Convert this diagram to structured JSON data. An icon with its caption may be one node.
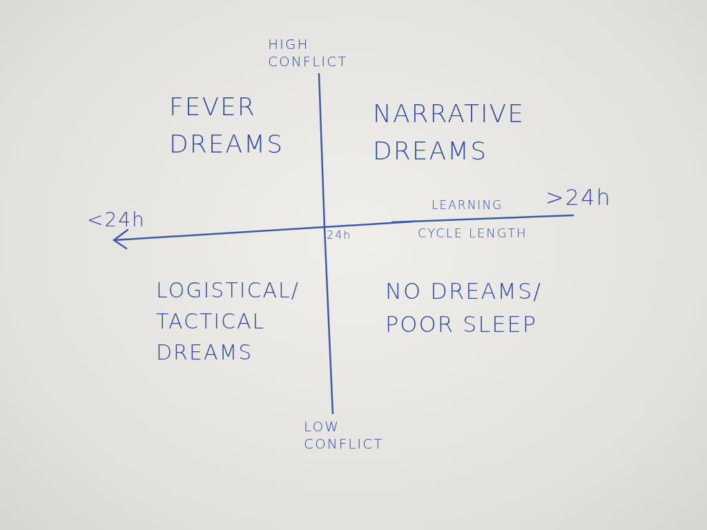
{
  "diagram": {
    "labels": [
      "HIGH CONFLICT",
      "FEVER DREAMS",
      "NARRATIVE DREAMS",
      "LEARNING",
      ">24h",
      "<24h",
      "24h",
      "CYCLE LENGTH",
      "LOGISTICAL/ TACTICAL DREAMS",
      "NO DREAMS/ POOR SLEEP",
      "LOW CONFLICT"
    ]
  }
}
